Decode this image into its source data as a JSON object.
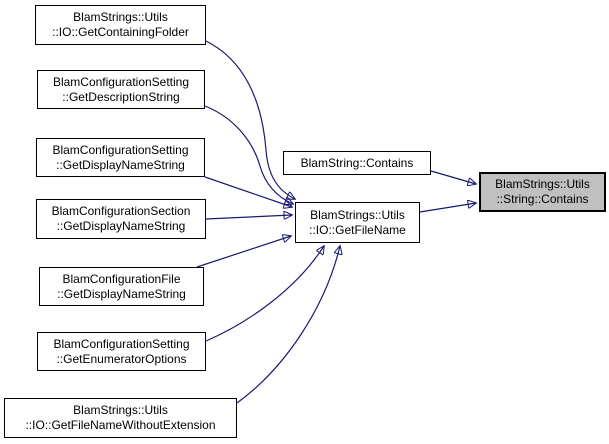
{
  "diagram": {
    "type": "call-graph",
    "direction": "left-to-right",
    "colors": {
      "background": "#ffffff",
      "edge": "#191970",
      "node_fill": "#ffffff",
      "node_border": "#000000",
      "highlight_fill": "#c0c0c0",
      "text": "#000000"
    },
    "nodes": [
      {
        "id": "io-getcontainingfolder",
        "line1": "BlamStrings::Utils",
        "line2": "::IO::GetContainingFolder",
        "highlighted": false
      },
      {
        "id": "setting-getdescriptionstring",
        "line1": "BlamConfigurationSetting",
        "line2": "::GetDescriptionString",
        "highlighted": false
      },
      {
        "id": "setting-getdisplaynamestring",
        "line1": "BlamConfigurationSetting",
        "line2": "::GetDisplayNameString",
        "highlighted": false
      },
      {
        "id": "section-getdisplaynamestring",
        "line1": "BlamConfigurationSection",
        "line2": "::GetDisplayNameString",
        "highlighted": false
      },
      {
        "id": "file-getdisplaynamestring",
        "line1": "BlamConfigurationFile",
        "line2": "::GetDisplayNameString",
        "highlighted": false
      },
      {
        "id": "setting-getenumeratoroptions",
        "line1": "BlamConfigurationSetting",
        "line2": "::GetEnumeratorOptions",
        "highlighted": false
      },
      {
        "id": "io-getfilenamewithoutextension",
        "line1": "BlamStrings::Utils",
        "line2": "::IO::GetFileNameWithoutExtension",
        "highlighted": false
      },
      {
        "id": "blamstring-contains",
        "line1": "BlamString::Contains",
        "highlighted": false
      },
      {
        "id": "io-getfilename",
        "line1": "BlamStrings::Utils",
        "line2": "::IO::GetFileName",
        "highlighted": false
      },
      {
        "id": "string-contains",
        "line1": "BlamStrings::Utils",
        "line2": "::String::Contains",
        "highlighted": true
      }
    ],
    "edges": [
      {
        "from": "io-getcontainingfolder",
        "to": "io-getfilename"
      },
      {
        "from": "setting-getdescriptionstring",
        "to": "io-getfilename"
      },
      {
        "from": "setting-getdisplaynamestring",
        "to": "io-getfilename"
      },
      {
        "from": "section-getdisplaynamestring",
        "to": "io-getfilename"
      },
      {
        "from": "file-getdisplaynamestring",
        "to": "io-getfilename"
      },
      {
        "from": "setting-getenumeratoroptions",
        "to": "io-getfilename"
      },
      {
        "from": "io-getfilenamewithoutextension",
        "to": "io-getfilename"
      },
      {
        "from": "blamstring-contains",
        "to": "string-contains"
      },
      {
        "from": "io-getfilename",
        "to": "string-contains"
      }
    ]
  }
}
